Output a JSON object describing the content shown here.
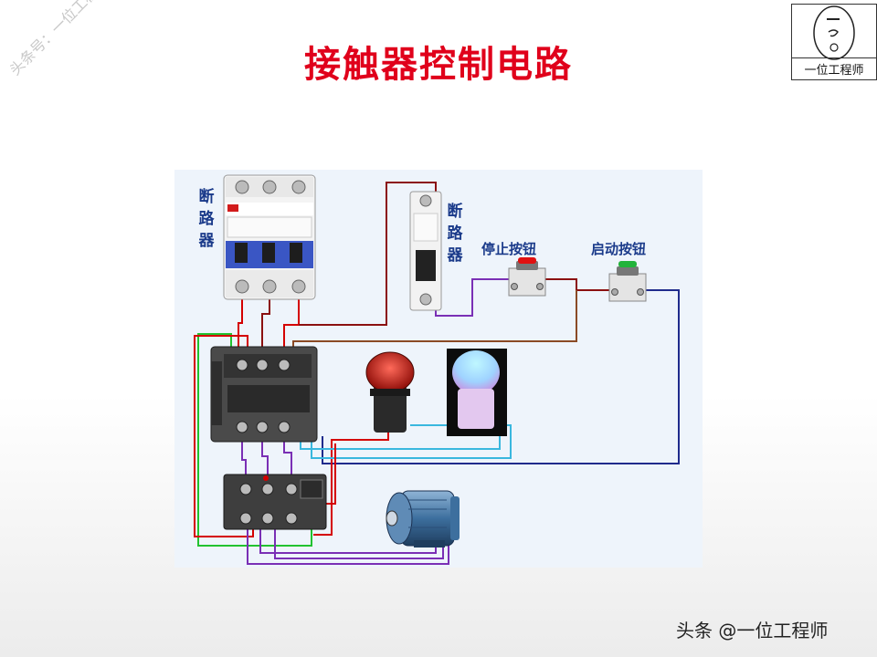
{
  "title": "接触器控制电路",
  "watermark": "头条号：一位工程师",
  "logo": {
    "text": "一位工程师"
  },
  "credit": "头条 @一位工程师",
  "labels": {
    "breaker_3p": "断路器",
    "breaker_1p": "断路器",
    "stop_button": "停止按钮",
    "start_button": "启动按钮"
  },
  "colors": {
    "title": "#e0001b",
    "wire_red": "#d40000",
    "wire_darkred": "#8b1010",
    "wire_green": "#22c230",
    "wire_purple": "#7a2fb5",
    "wire_navy": "#1f2b8c",
    "wire_cyan": "#39b7de",
    "wire_brown": "#8a4a25",
    "label": "#1a3a8a"
  },
  "components": [
    "three-pole-breaker",
    "single-pole-breaker",
    "stop-button",
    "start-button",
    "contactor",
    "red-indicator-lamp",
    "white-indicator-lamp",
    "thermal-overload-relay",
    "motor"
  ]
}
